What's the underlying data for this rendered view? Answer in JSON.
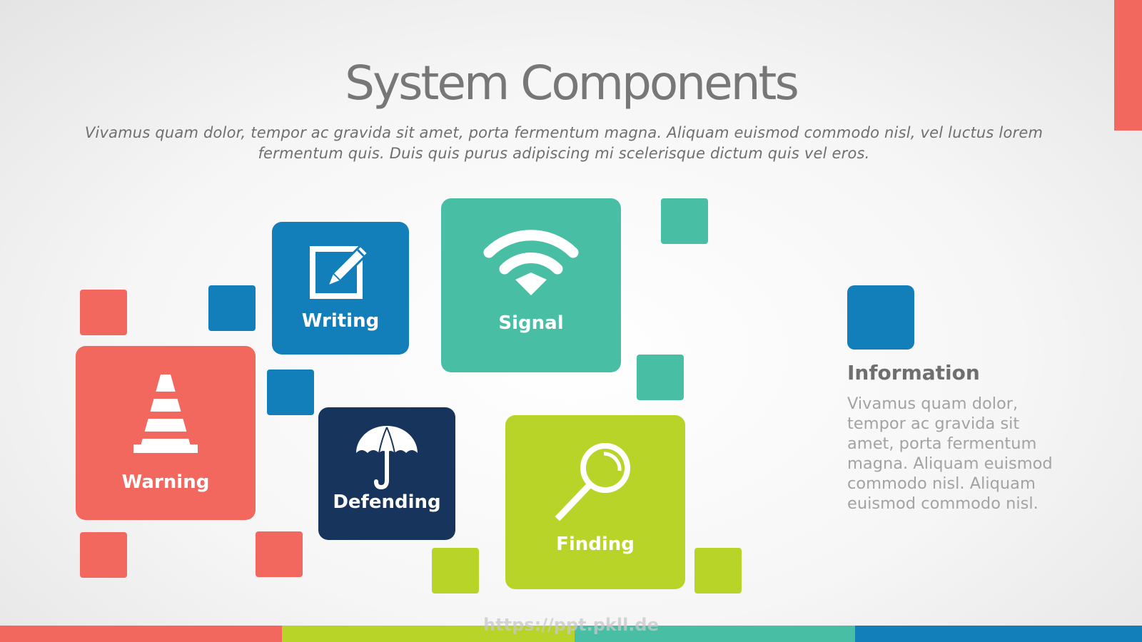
{
  "title": "System Components",
  "subtitle": "Vivamus quam dolor, tempor ac gravida sit amet, porta fermentum magna. Aliquam euismod commodo nisl, vel luctus lorem fermentum quis. Duis quis purus adipiscing mi scelerisque dictum quis vel eros.",
  "colors": {
    "coral": "#F2685F",
    "blue": "#127EBA",
    "teal": "#48BFA5",
    "navy": "#17355C",
    "lime": "#B8D428"
  },
  "tiles": {
    "writing": {
      "label": "Writing",
      "icon": "pencil-square-icon"
    },
    "signal": {
      "label": "Signal",
      "icon": "wifi-icon"
    },
    "warning": {
      "label": "Warning",
      "icon": "traffic-cone-icon"
    },
    "defending": {
      "label": "Defending",
      "icon": "umbrella-icon"
    },
    "finding": {
      "label": "Finding",
      "icon": "magnifier-icon"
    }
  },
  "info": {
    "heading": "Information",
    "text": "Vivamus quam dolor, tempor ac gravida sit amet, porta fermentum magna. Aliquam euismod commodo nisl. Aliquam euismod commodo nisl."
  },
  "watermark": "https://ppt.pkll.de"
}
